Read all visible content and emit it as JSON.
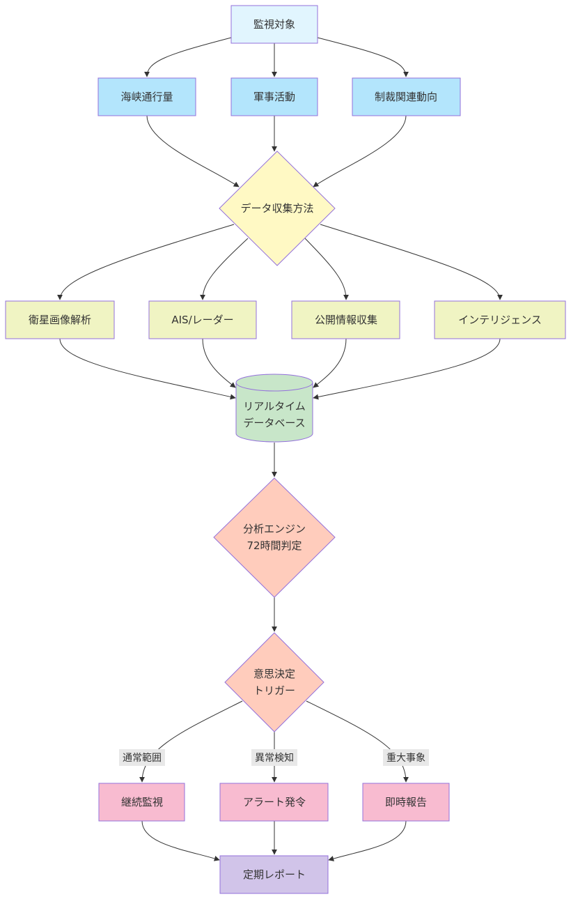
{
  "colors": {
    "monitor": "#e1f5fe",
    "targets": "#b3e5fc",
    "collect": "#fff9c4",
    "sources": "#f0f4c3",
    "db": "#c8e6c9",
    "analysis": "#ffccbc",
    "outcome": "#f8bbd0",
    "report": "#d1c4e9",
    "stroke": "#9370db",
    "edge": "#333333",
    "edge_label_bg": "#e8e8e8"
  },
  "nodes": {
    "monitor": {
      "label": "監視対象"
    },
    "strait": {
      "label": "海峡通行量"
    },
    "military": {
      "label": "軍事活動"
    },
    "sanctions": {
      "label": "制裁関連動向"
    },
    "collect": {
      "label": "データ収集方法"
    },
    "satellite": {
      "label": "衛星画像解析"
    },
    "ais": {
      "label": "AIS/レーダー"
    },
    "osint": {
      "label": "公開情報収集"
    },
    "intel": {
      "label": "インテリジェンス"
    },
    "db": {
      "line1": "リアルタイム",
      "line2": "データベース"
    },
    "engine": {
      "line1": "分析エンジン",
      "line2": "72時間判定"
    },
    "trigger": {
      "line1": "意思決定",
      "line2": "トリガー"
    },
    "continue": {
      "label": "継続監視"
    },
    "alert": {
      "label": "アラート発令"
    },
    "immediate": {
      "label": "即時報告"
    },
    "report": {
      "label": "定期レポート"
    }
  },
  "edge_labels": {
    "normal": "通常範囲",
    "anomaly": "異常検知",
    "major": "重大事象"
  }
}
